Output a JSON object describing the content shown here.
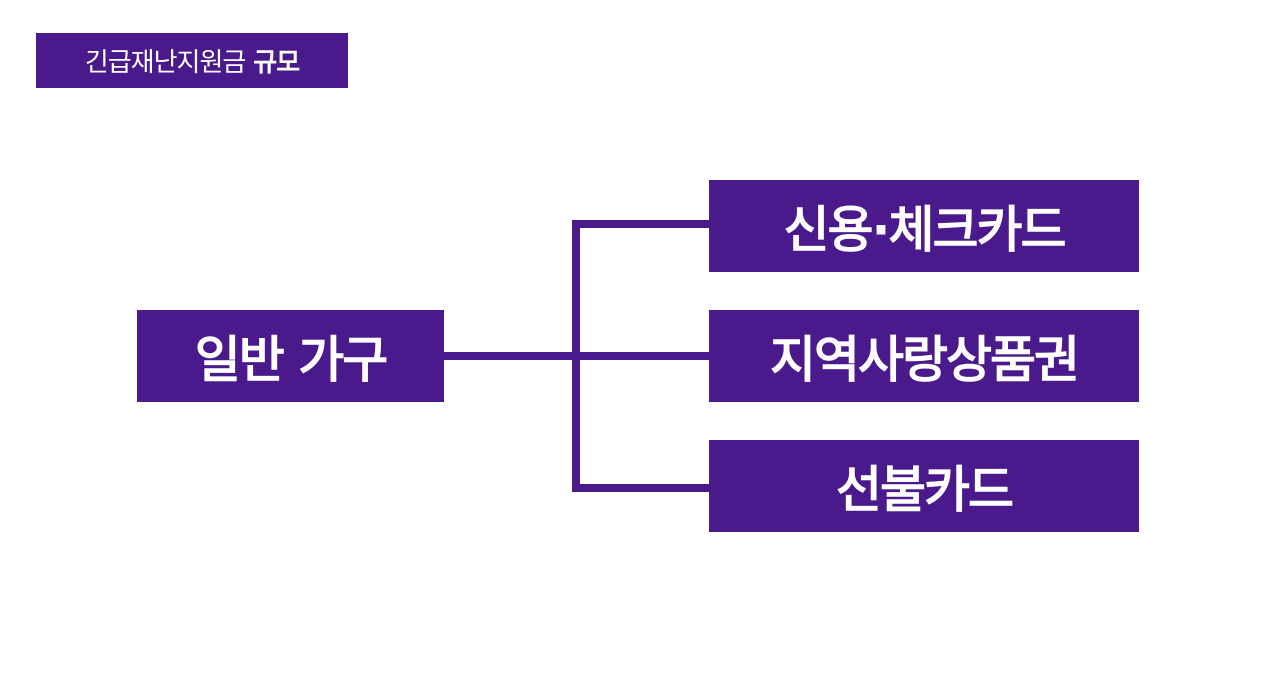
{
  "title": {
    "light": "긴급재난지원금",
    "bold": "규모"
  },
  "diagram": {
    "source": "일반 가구",
    "targets": [
      "신용·체크카드",
      "지역사랑상품권",
      "선불카드"
    ]
  },
  "colors": {
    "accent": "#4a1a8c",
    "text": "#ffffff",
    "background": "#ffffff"
  }
}
